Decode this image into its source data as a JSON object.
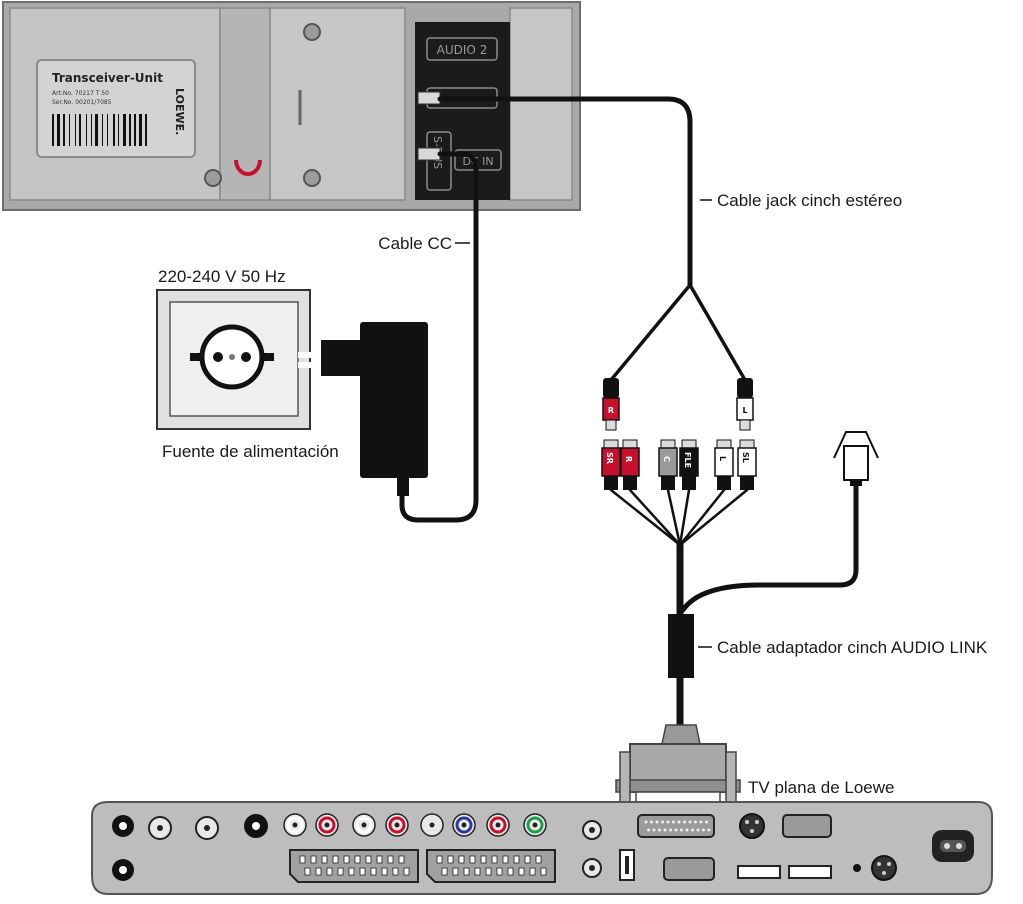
{
  "transceiver": {
    "label_title": "Transceiver-Unit",
    "label_art": "Art.No. 70217 T 50",
    "label_ser": "Ser.No. 00201/7085",
    "brand": "LOEWE.",
    "port_audio2": "AUDIO 2",
    "port_s_bus": "S-BUS",
    "port_dc_in": "DC IN"
  },
  "labels": {
    "cable_jack": "Cable jack cinch estéreo",
    "cable_cc": "Cable CC",
    "voltage": "220-240 V 50 Hz",
    "power_supply": "Fuente de alimentación",
    "audio_link": "Cable adaptador cinch AUDIO LINK",
    "tv": "TV plana de Loewe"
  },
  "plugs": {
    "top_left": "R",
    "top_right": "L",
    "row": [
      "SR",
      "R",
      "C",
      "FLE",
      "L",
      "SL"
    ]
  },
  "colors": {
    "red_plug": "#c8102e",
    "panel_gray": "#bdbdbd",
    "cable_black": "#111111"
  }
}
